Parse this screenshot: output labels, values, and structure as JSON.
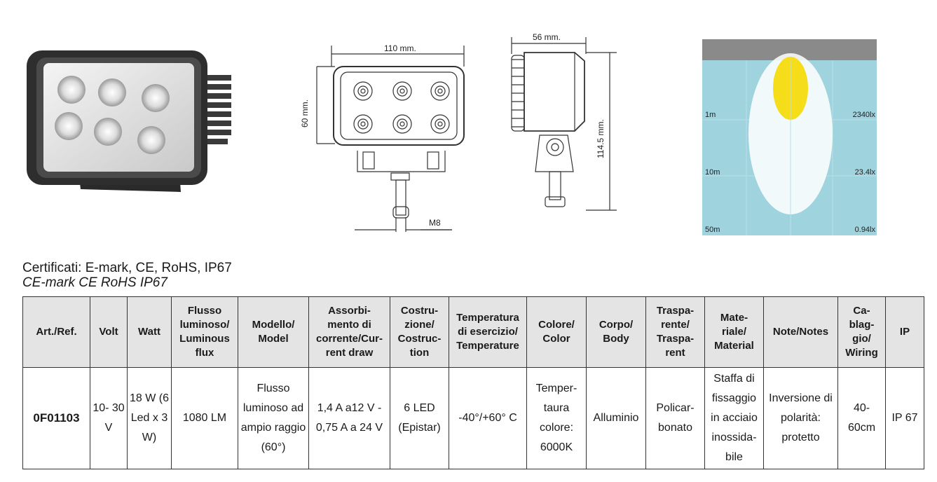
{
  "drawing": {
    "width_label": "110 mm.",
    "height_label": "60 mm.",
    "depth_label": "56 mm.",
    "total_height_label": "114.5 mm.",
    "bolt_label": "M8"
  },
  "light_chart": {
    "rows": [
      {
        "distance": "1m",
        "lux": "2340lx"
      },
      {
        "distance": "10m",
        "lux": "23.4lx"
      },
      {
        "distance": "50m",
        "lux": "0.94lx"
      }
    ],
    "colors": {
      "background": "#9fd3de",
      "beam": "#ffffff",
      "hotspot": "#f6dd1a",
      "ceiling": "#8a8a8a"
    }
  },
  "certifications": {
    "line1": "Certificati: E-mark, CE, RoHS, IP67",
    "line2": "CE-mark CE RoHS IP67"
  },
  "table": {
    "headers": [
      "Art./Ref.",
      "Volt",
      "Watt",
      "Flusso luminoso/ Luminous flux",
      "Modello/ Model",
      "Assorbi- mento di corrente/Cur- rent draw",
      "Costru- zione/ Costruc- tion",
      "Temperatura di esercizio/ Temperature",
      "Colore/ Color",
      "Corpo/ Body",
      "Traspa- rente/ Traspa- rent",
      "Mate- riale/ Material",
      "Note/Notes",
      "Ca- blag- gio/ Wiring",
      "IP"
    ],
    "row": [
      "0F01103",
      "10- 30 V",
      "18 W (6 Led x 3 W)",
      "1080 LM",
      "Flusso luminoso ad ampio raggio (60°)",
      "1,4 A a12 V - 0,75 A a 24 V",
      "6 LED (Epistar)",
      "-40°/+60° C",
      "Temper- taura colore: 6000K",
      "Alluminio",
      "Policar- bonato",
      "Staffa di fissaggio in acciaio inossida- bile",
      "Inversione di polarità: protetto",
      "40- 60cm",
      "IP 67"
    ]
  }
}
